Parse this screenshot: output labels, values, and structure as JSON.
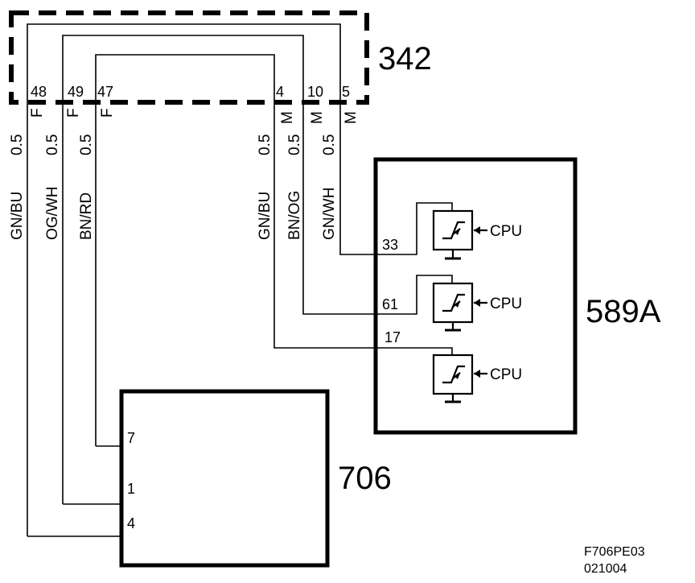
{
  "connector_342": {
    "label": "342",
    "pins": [
      {
        "pin": "48",
        "type": "F"
      },
      {
        "pin": "49",
        "type": "F"
      },
      {
        "pin": "47",
        "type": "F"
      },
      {
        "pin": "4",
        "type": "M"
      },
      {
        "pin": "10",
        "type": "M"
      },
      {
        "pin": "5",
        "type": "M"
      }
    ]
  },
  "wires": [
    {
      "color": "GN/BU",
      "size": "0.5"
    },
    {
      "color": "OG/WH",
      "size": "0.5"
    },
    {
      "color": "BN/RD",
      "size": "0.5"
    },
    {
      "color": "GN/BU",
      "size": "0.5"
    },
    {
      "color": "BN/OG",
      "size": "0.5"
    },
    {
      "color": "GN/WH",
      "size": "0.5"
    }
  ],
  "module_589A": {
    "label": "589A",
    "pins": [
      "33",
      "61",
      "17"
    ],
    "cpu_label": "CPU"
  },
  "module_706": {
    "label": "706",
    "pins": [
      "7",
      "1",
      "4"
    ]
  },
  "drawing_code": {
    "line1": "F706PE03",
    "line2": "021004"
  }
}
